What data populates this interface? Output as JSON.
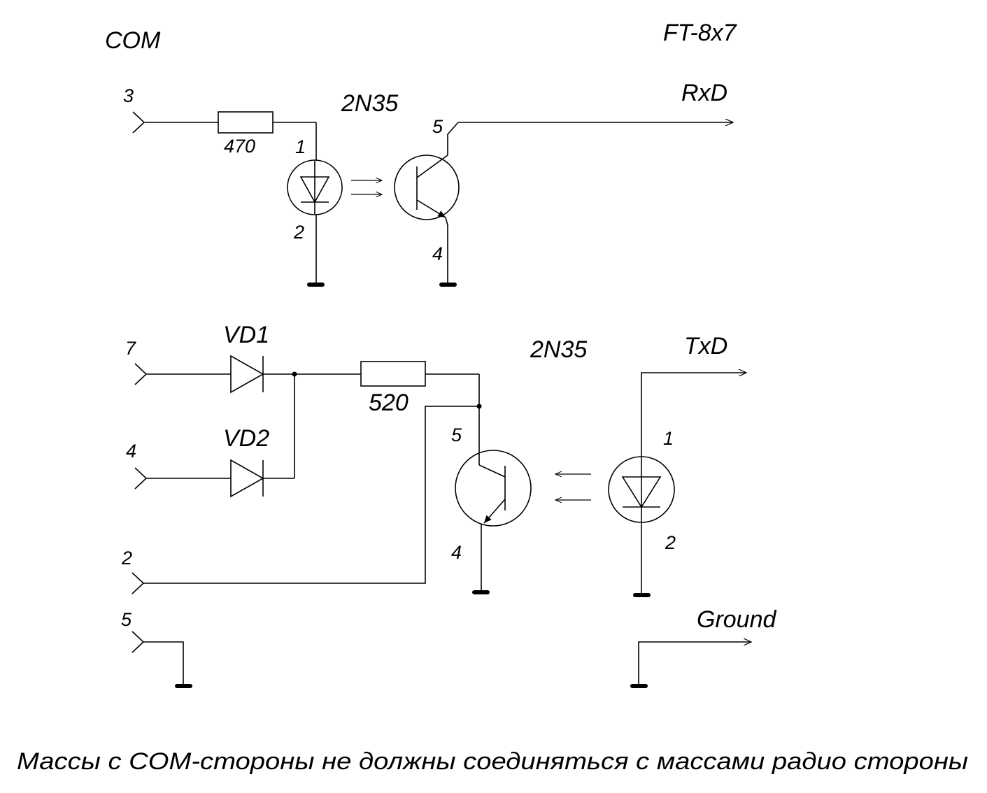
{
  "labels": {
    "com_side": "COM",
    "radio_side": "FT-8x7",
    "rxd": "RxD",
    "txd": "TxD",
    "ground": "Ground",
    "optocoupler_top": "2N35",
    "optocoupler_bottom": "2N35",
    "resistor_top": "470",
    "resistor_bottom": "520",
    "diode_vd1": "VD1",
    "diode_vd2": "VD2"
  },
  "com_pins": {
    "p3": "3",
    "p7": "7",
    "p4": "4",
    "p2": "2",
    "p5": "5"
  },
  "opto_top_pins": {
    "p1": "1",
    "p2": "2",
    "p5": "5",
    "p4": "4"
  },
  "opto_bottom_pins": {
    "p5": "5",
    "p4": "4",
    "p1": "1",
    "p2": "2"
  },
  "note": "Массы с COM-стороны не должны соединяться с массами радио стороны"
}
